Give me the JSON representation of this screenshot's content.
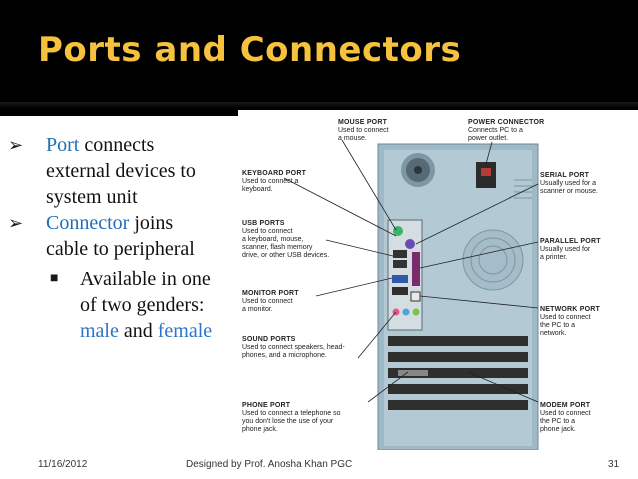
{
  "slide": {
    "title": "Ports and Connectors",
    "bullets": [
      {
        "keyword": "Port",
        "rest_line1": " connects",
        "line2": "external devices to",
        "line3": "system unit"
      },
      {
        "keyword": "Connector",
        "rest_line1": " joins",
        "line2": "cable to peripheral"
      }
    ],
    "sub_bullet": {
      "line1": "Available in one",
      "line2": "of two genders:",
      "male": "male",
      "and": " and ",
      "female": "female"
    },
    "colors": {
      "title": "#f6c23e",
      "keyword": "#1f6fb8",
      "accent": "#2e74c9"
    }
  },
  "diagram": {
    "labels": [
      {
        "id": "mouse",
        "heading": "MOUSE PORT",
        "lines": [
          "Used to connect",
          "a mouse."
        ]
      },
      {
        "id": "power",
        "heading": "POWER CONNECTOR",
        "lines": [
          "Connects PC to a",
          "power outlet."
        ]
      },
      {
        "id": "keyboard",
        "heading": "KEYBOARD PORT",
        "lines": [
          "Used to connect a",
          "keyboard."
        ]
      },
      {
        "id": "serial",
        "heading": "SERIAL PORT",
        "lines": [
          "Usually used for a",
          "scanner or mouse."
        ]
      },
      {
        "id": "usb",
        "heading": "USB PORTS",
        "lines": [
          "Used to connect",
          "a keyboard, mouse,",
          "scanner, flash memory",
          "drive, or other USB devices."
        ]
      },
      {
        "id": "parallel",
        "heading": "PARALLEL PORT",
        "lines": [
          "Usually used for",
          "a printer."
        ]
      },
      {
        "id": "monitor",
        "heading": "MONITOR PORT",
        "lines": [
          "Used to connect",
          "a monitor."
        ]
      },
      {
        "id": "network",
        "heading": "NETWORK PORT",
        "lines": [
          "Used to connect",
          "the PC to a",
          "network."
        ]
      },
      {
        "id": "sound",
        "heading": "SOUND PORTS",
        "lines": [
          "Used to connect speakers, head-",
          "phones, and a microphone."
        ]
      },
      {
        "id": "phone",
        "heading": "PHONE PORT",
        "lines": [
          "Used to connect a telephone so",
          "you don't lose the use of your",
          "phone jack."
        ]
      },
      {
        "id": "modem",
        "heading": "MODEM PORT",
        "lines": [
          "Used to connect",
          "the PC to a",
          "phone jack."
        ]
      }
    ]
  },
  "footer": {
    "date": "11/16/2012",
    "credit": "Designed by Prof. Anosha Khan PGC",
    "page": "31"
  }
}
